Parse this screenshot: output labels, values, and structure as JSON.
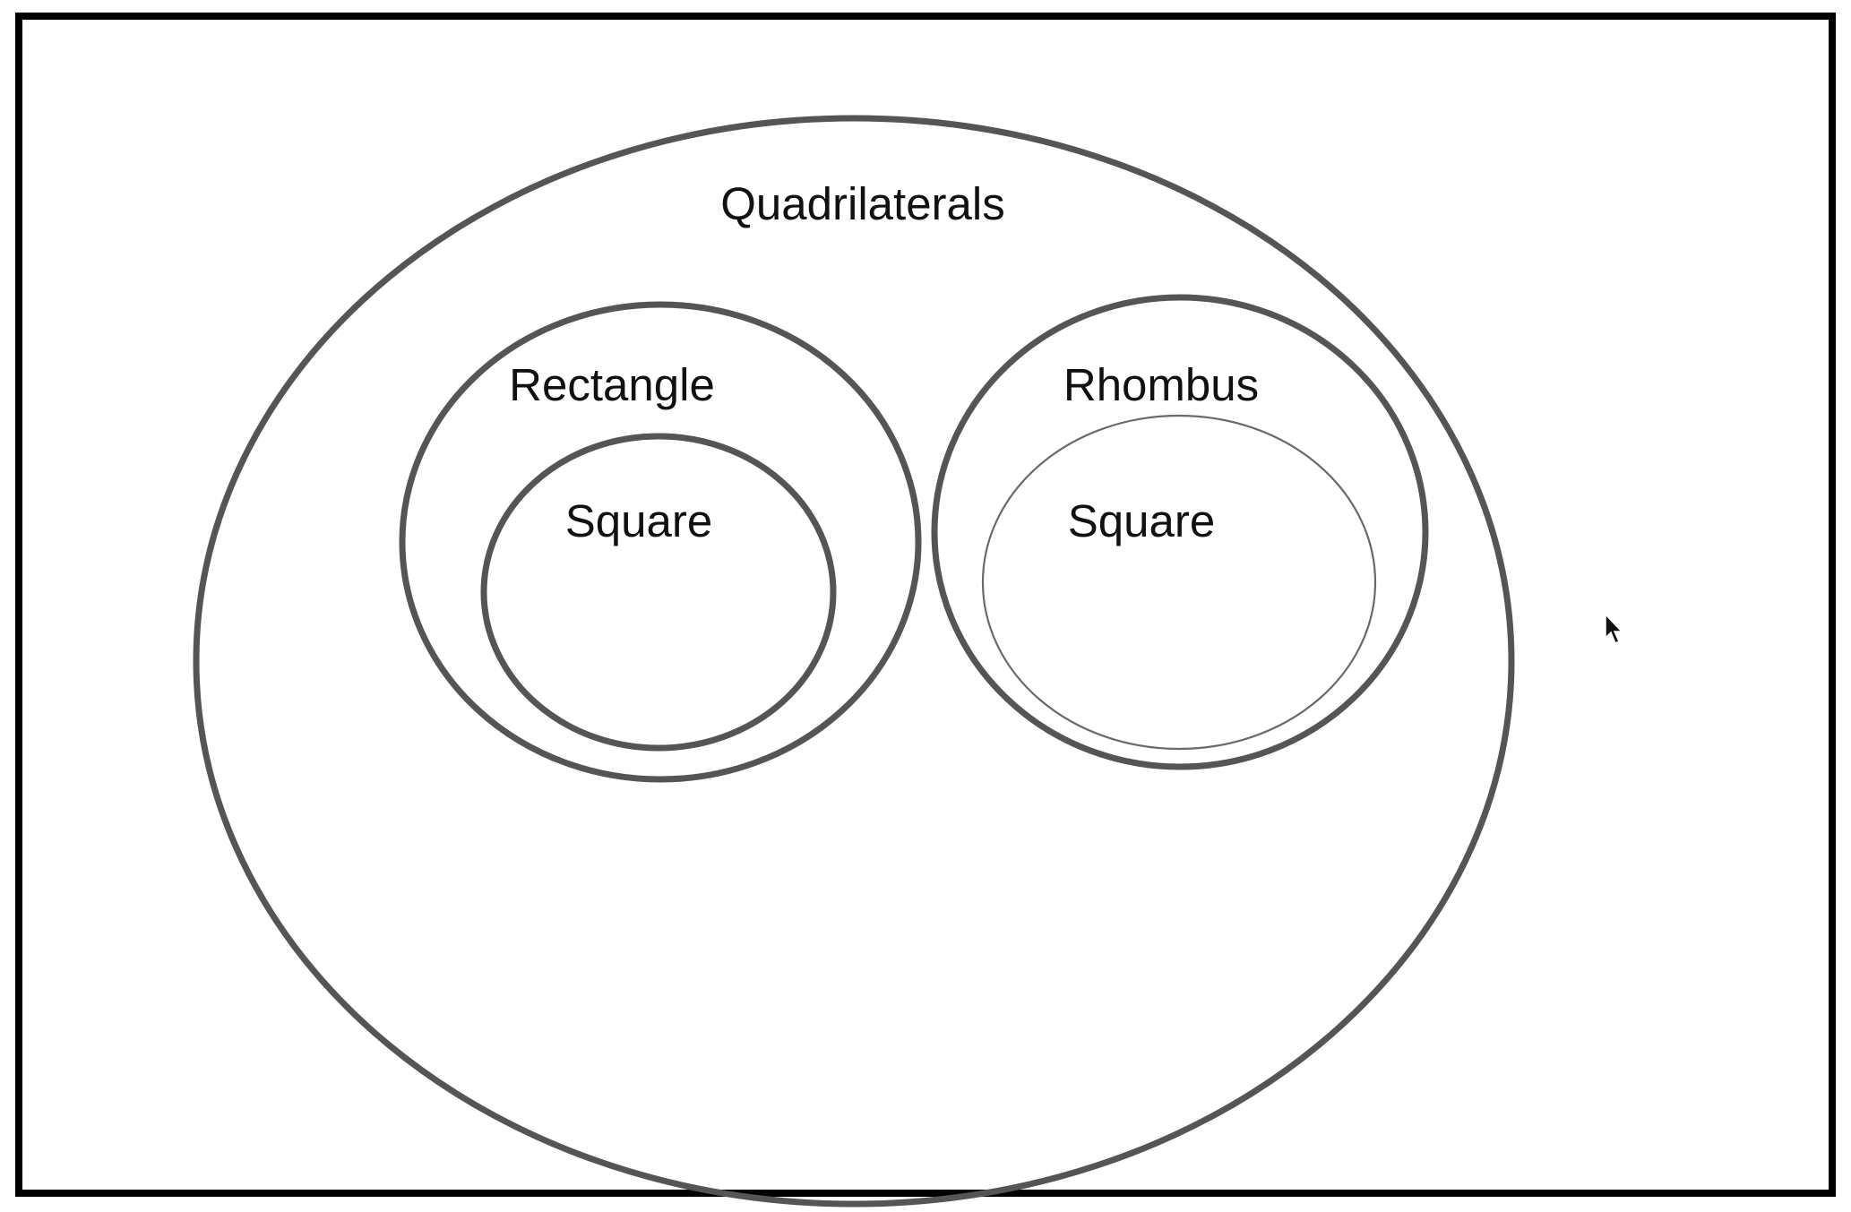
{
  "diagram": {
    "title": "",
    "sets": {
      "quadrilaterals": {
        "label": "Quadrilaterals"
      },
      "rectangle": {
        "label": "Rectangle",
        "parent": "Quadrilaterals"
      },
      "rectangle_square": {
        "label": "Square",
        "parent": "Rectangle"
      },
      "rhombus": {
        "label": "Rhombus",
        "parent": "Quadrilaterals"
      },
      "rhombus_square": {
        "label": "Square",
        "parent": "Rhombus"
      }
    },
    "colors": {
      "frame": "#000000",
      "outline": "#555555",
      "text": "#111111",
      "background": "#ffffff"
    },
    "cursor": {
      "icon": "mouse-pointer-icon"
    }
  }
}
